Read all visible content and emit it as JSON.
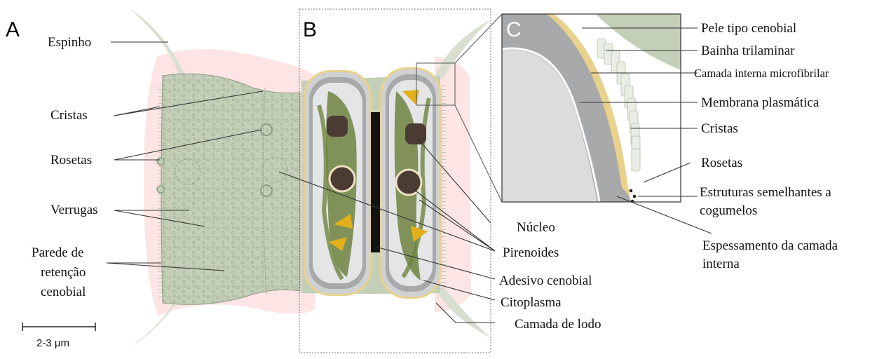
{
  "panels": {
    "a": "A",
    "b": "B",
    "c": "C"
  },
  "labels_left": {
    "espinho": "Espinho",
    "cristas": "Cristas",
    "rosetas": "Rosetas",
    "verrugas": "Verrugas",
    "parede_line1": "Parede de",
    "parede_line2": "retenção",
    "parede_line3": "cenobial"
  },
  "labels_middle": {
    "nucleo": "Núcleo",
    "pirenoides": "Pirenoides",
    "adesivo": "Adesivo cenobial",
    "citoplasma": "Citoplasma",
    "camada_lodo": "Camada de lodo"
  },
  "labels_right": {
    "pele": "Pele tipo cenobial",
    "bainha": "Bainha trilaminar",
    "camada_interna": "Camada interna microfibrilar",
    "membrana": "Membrana plasmática",
    "cristas": "Cristas",
    "rosetas": "Rosetas",
    "estruturas_line1": "Estruturas semelhantes a",
    "estruturas_line2": "cogumelos",
    "espessamento_line1": "Espessamento da camada",
    "espessamento_line2": "interna"
  },
  "scale_bar": {
    "label": "2-3 µm"
  },
  "colors": {
    "cell_green": "#c3cfb7",
    "dark_green": "#6e8440",
    "slime_pink": "#fbe0df",
    "inner_gray": "#a8a9ab",
    "light_gray": "#d8d9da",
    "yellow_border": "#e9d28d",
    "nucleus": "#4a3b33",
    "pyrenoid_yellow": "#e2b019",
    "adhesive_black": "#111111"
  }
}
